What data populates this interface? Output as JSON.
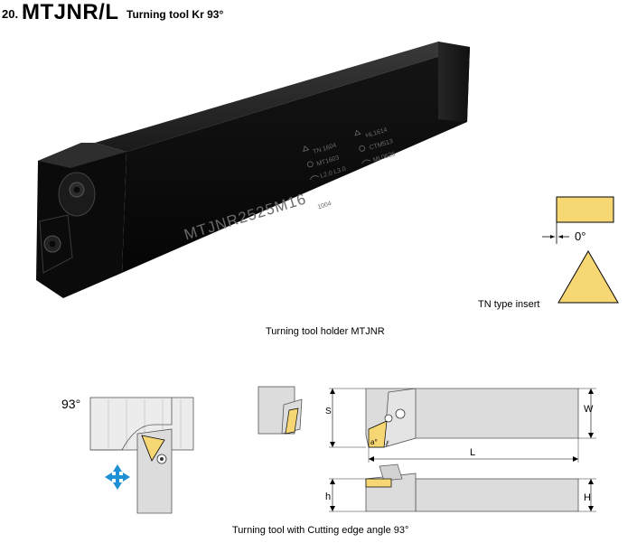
{
  "header": {
    "number": "20.",
    "code": "MTJNR/L",
    "subtitle": "Turning tool Kr 93°"
  },
  "photo": {
    "shank_marking": "MTJNR2525M16",
    "shank_small": "1004",
    "marking_lines_left": [
      "TN 1604",
      "MT1603",
      "L2.0 L3.0"
    ],
    "marking_lines_right": [
      "HL1614",
      "CTM513",
      "ML0626"
    ],
    "caption": "Turning tool holder MTJNR"
  },
  "insert": {
    "angle_label": "0°",
    "caption": "TN type insert",
    "color": "#f7d774"
  },
  "diagram": {
    "angle_label": "93°",
    "dim_S": "S",
    "dim_W": "W",
    "dim_L": "L",
    "dim_h": "h",
    "dim_H": "H",
    "dim_l": "ℓ",
    "dim_small_angle": "a°",
    "caption": "Turning tool with Cutting edge angle 93°",
    "arrow_color": "#1f8fd6"
  }
}
